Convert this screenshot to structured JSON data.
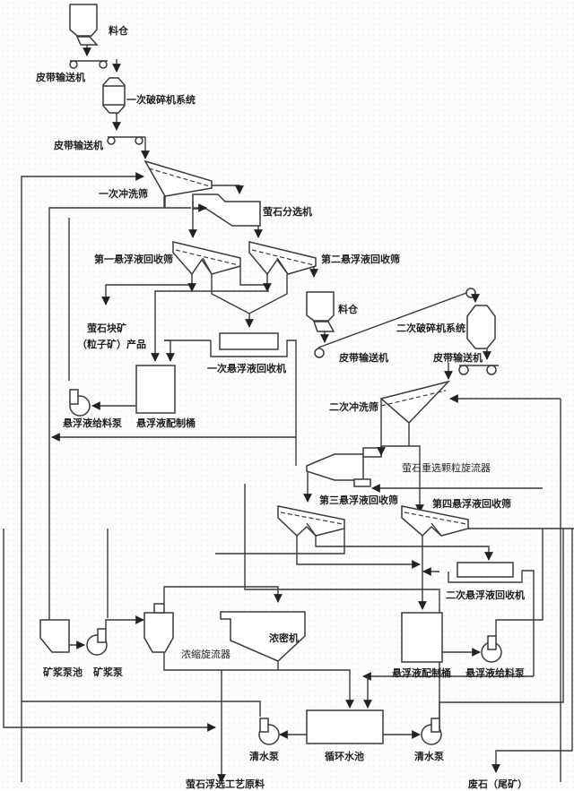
{
  "diagram": {
    "type": "process-flowchart",
    "subject": "萤石 (fluorite) ore beneficiation process flow"
  },
  "labels": {
    "bin_1": "料仓",
    "belt_1": "皮带输送机",
    "crusher_1": "一次破碎机系统",
    "belt_2": "皮带输送机",
    "wash_screen_1": "一次冲洗筛",
    "separator": "萤石分选机",
    "recovery_screen_1": "第一悬浮液回收筛",
    "recovery_screen_2": "第二悬浮液回收筛",
    "lump_product_1": "萤石块矿",
    "lump_product_2": "（粒子矿）产品",
    "recovery_machine_1": "一次悬浮液回收机",
    "feed_pump_1": "悬浮液给料泵",
    "prep_tank_1": "悬浮液配制桶",
    "bin_2": "料仓",
    "belt_3": "皮带输送机",
    "crusher_2": "二次破碎机系统",
    "belt_4": "皮带输送机",
    "wash_screen_2": "二次冲洗筛",
    "cyclone_dense": "萤石重选颗粒旋流器",
    "recovery_screen_3": "第三悬浮液回收筛",
    "recovery_screen_4": "第四悬浮液回收筛",
    "recovery_machine_2": "二次悬浮液回收机",
    "slurry_pool": "矿浆泵池",
    "slurry_pump": "矿浆泵",
    "thickening_cyclone": "浓缩旋流器",
    "thickener": "浓密机",
    "prep_tank_2": "悬浮液配制桶",
    "feed_pump_2": "悬浮液给料泵",
    "clear_pump_1": "清水泵",
    "circ_pool": "循环水池",
    "clear_pump_2": "清水泵",
    "flotation_feed": "萤石浮选工艺原料",
    "tailings": "废石（尾矿）"
  }
}
